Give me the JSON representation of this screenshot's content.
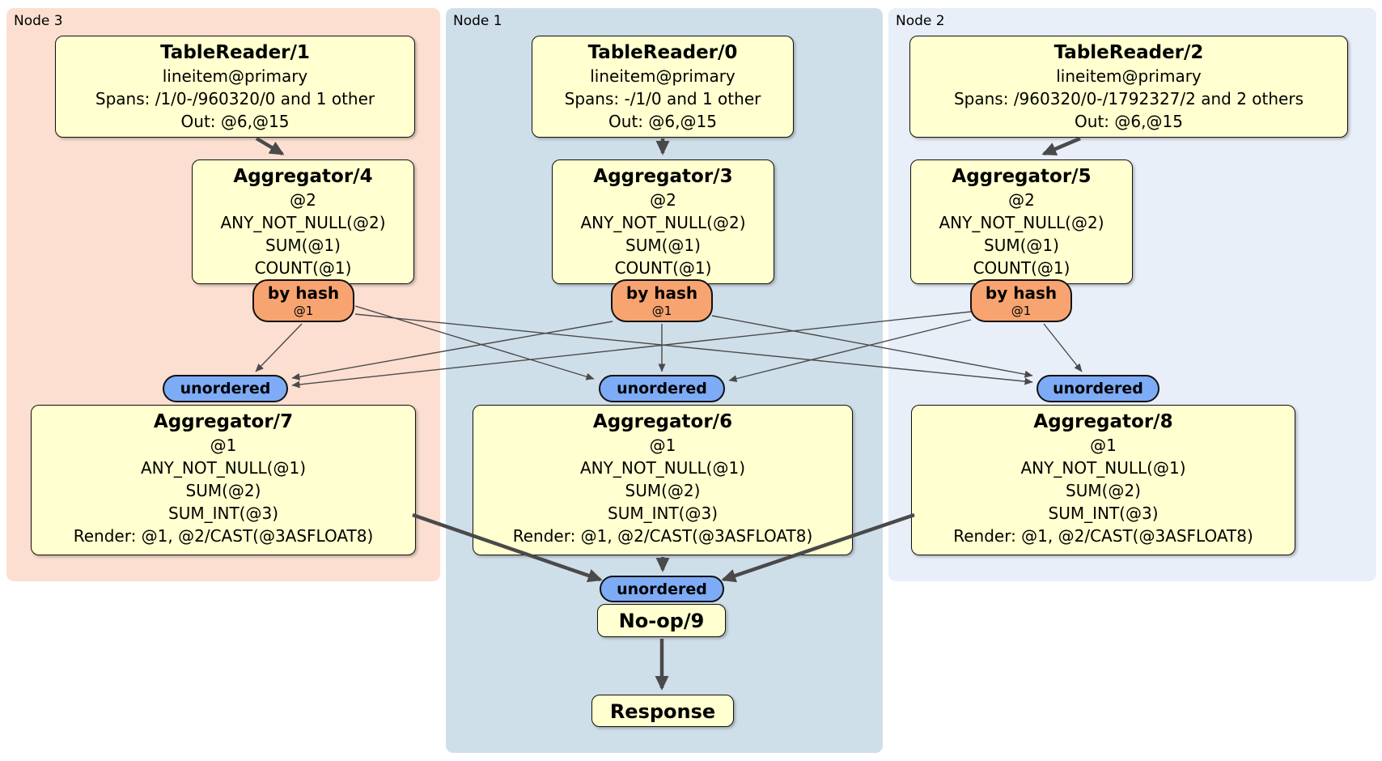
{
  "diagram_type": "distributed-sql-plan",
  "colors": {
    "panel_node3_bg": "#fcdfd1",
    "panel_node1_bg": "#cfdfe9",
    "panel_node2_bg": "#e9eff9",
    "operator_box_fill": "#ffffcf",
    "router_pill_fill": "#f7a470",
    "sync_pill_fill": "#7dabf5",
    "edge_color": "#4a4a4a",
    "text_color": "#000000"
  },
  "panels": [
    {
      "label": "Node 3",
      "table_reader": {
        "title": "TableReader/1",
        "lines": [
          "lineitem@primary",
          "Spans: /1/0-/960320/0 and 1 other",
          "Out: @6,@15"
        ]
      },
      "aggregator_top": {
        "title": "Aggregator/4",
        "lines": [
          "@2",
          "ANY_NOT_NULL(@2)",
          "SUM(@1)",
          "COUNT(@1)"
        ]
      },
      "router": {
        "label": "by hash",
        "detail": "@1"
      },
      "sync_label": "unordered",
      "aggregator_bottom": {
        "title": "Aggregator/7",
        "lines": [
          "@1",
          "ANY_NOT_NULL(@1)",
          "SUM(@2)",
          "SUM_INT(@3)",
          "Render: @1, @2/CAST(@3ASFLOAT8)"
        ]
      }
    },
    {
      "label": "Node 1",
      "table_reader": {
        "title": "TableReader/0",
        "lines": [
          "lineitem@primary",
          "Spans: -/1/0 and 1 other",
          "Out: @6,@15"
        ]
      },
      "aggregator_top": {
        "title": "Aggregator/3",
        "lines": [
          "@2",
          "ANY_NOT_NULL(@2)",
          "SUM(@1)",
          "COUNT(@1)"
        ]
      },
      "router": {
        "label": "by hash",
        "detail": "@1"
      },
      "sync_label": "unordered",
      "aggregator_bottom": {
        "title": "Aggregator/6",
        "lines": [
          "@1",
          "ANY_NOT_NULL(@1)",
          "SUM(@2)",
          "SUM_INT(@3)",
          "Render: @1, @2/CAST(@3ASFLOAT8)"
        ]
      }
    },
    {
      "label": "Node 2",
      "table_reader": {
        "title": "TableReader/2",
        "lines": [
          "lineitem@primary",
          "Spans: /960320/0-/1792327/2 and 2 others",
          "Out: @6,@15"
        ]
      },
      "aggregator_top": {
        "title": "Aggregator/5",
        "lines": [
          "@2",
          "ANY_NOT_NULL(@2)",
          "SUM(@1)",
          "COUNT(@1)"
        ]
      },
      "router": {
        "label": "by hash",
        "detail": "@1"
      },
      "sync_label": "unordered",
      "aggregator_bottom": {
        "title": "Aggregator/8",
        "lines": [
          "@1",
          "ANY_NOT_NULL(@1)",
          "SUM(@2)",
          "SUM_INT(@3)",
          "Render: @1, @2/CAST(@3ASFLOAT8)"
        ]
      }
    }
  ],
  "final_chain": {
    "sync_label": "unordered",
    "noop_label": "No-op/9",
    "response_label": "Response"
  }
}
